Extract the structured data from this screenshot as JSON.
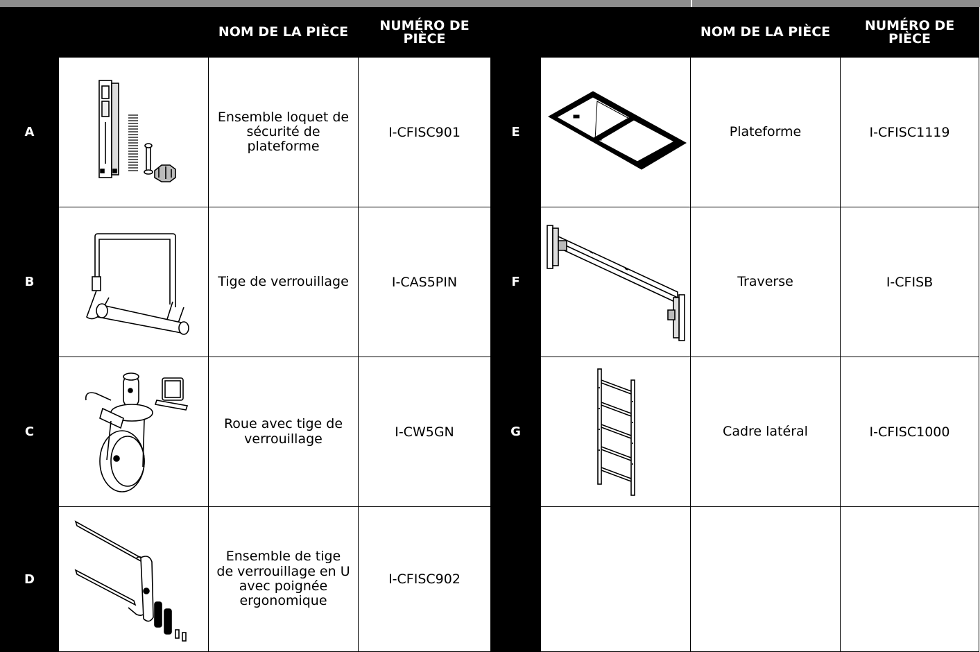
{
  "header": {
    "name_col": "NOM DE LA PIÈCE",
    "num_col_line1": "NUMÉRO DE",
    "num_col_line2": "PIÈCE"
  },
  "parts_left": [
    {
      "letter": "A",
      "name": "Ensemble loquet de sécurité de plateforme",
      "number": "I-CFISC901",
      "icon": "safety-latch-assembly-icon"
    },
    {
      "letter": "B",
      "name": "Tige de verrouillage",
      "number": "I-CAS5PIN",
      "icon": "locking-pin-icon"
    },
    {
      "letter": "C",
      "name": "Roue avec tige de verrouillage",
      "number": "I-CW5GN",
      "icon": "caster-wheel-icon"
    },
    {
      "letter": "D",
      "name": "Ensemble de tige de verrouillage en U avec poignée ergonomique",
      "number": "I-CFISC902",
      "icon": "u-pin-handle-icon"
    }
  ],
  "parts_right": [
    {
      "letter": "E",
      "name": "Plateforme",
      "number": "I-CFISC1119",
      "icon": "platform-icon"
    },
    {
      "letter": "F",
      "name": "Traverse",
      "number": "I-CFISB",
      "icon": "crossbar-icon"
    },
    {
      "letter": "G",
      "name": "Cadre latéral",
      "number": "I-CFISC1000",
      "icon": "side-frame-icon"
    },
    {
      "letter": "",
      "name": "",
      "number": "",
      "icon": ""
    }
  ]
}
